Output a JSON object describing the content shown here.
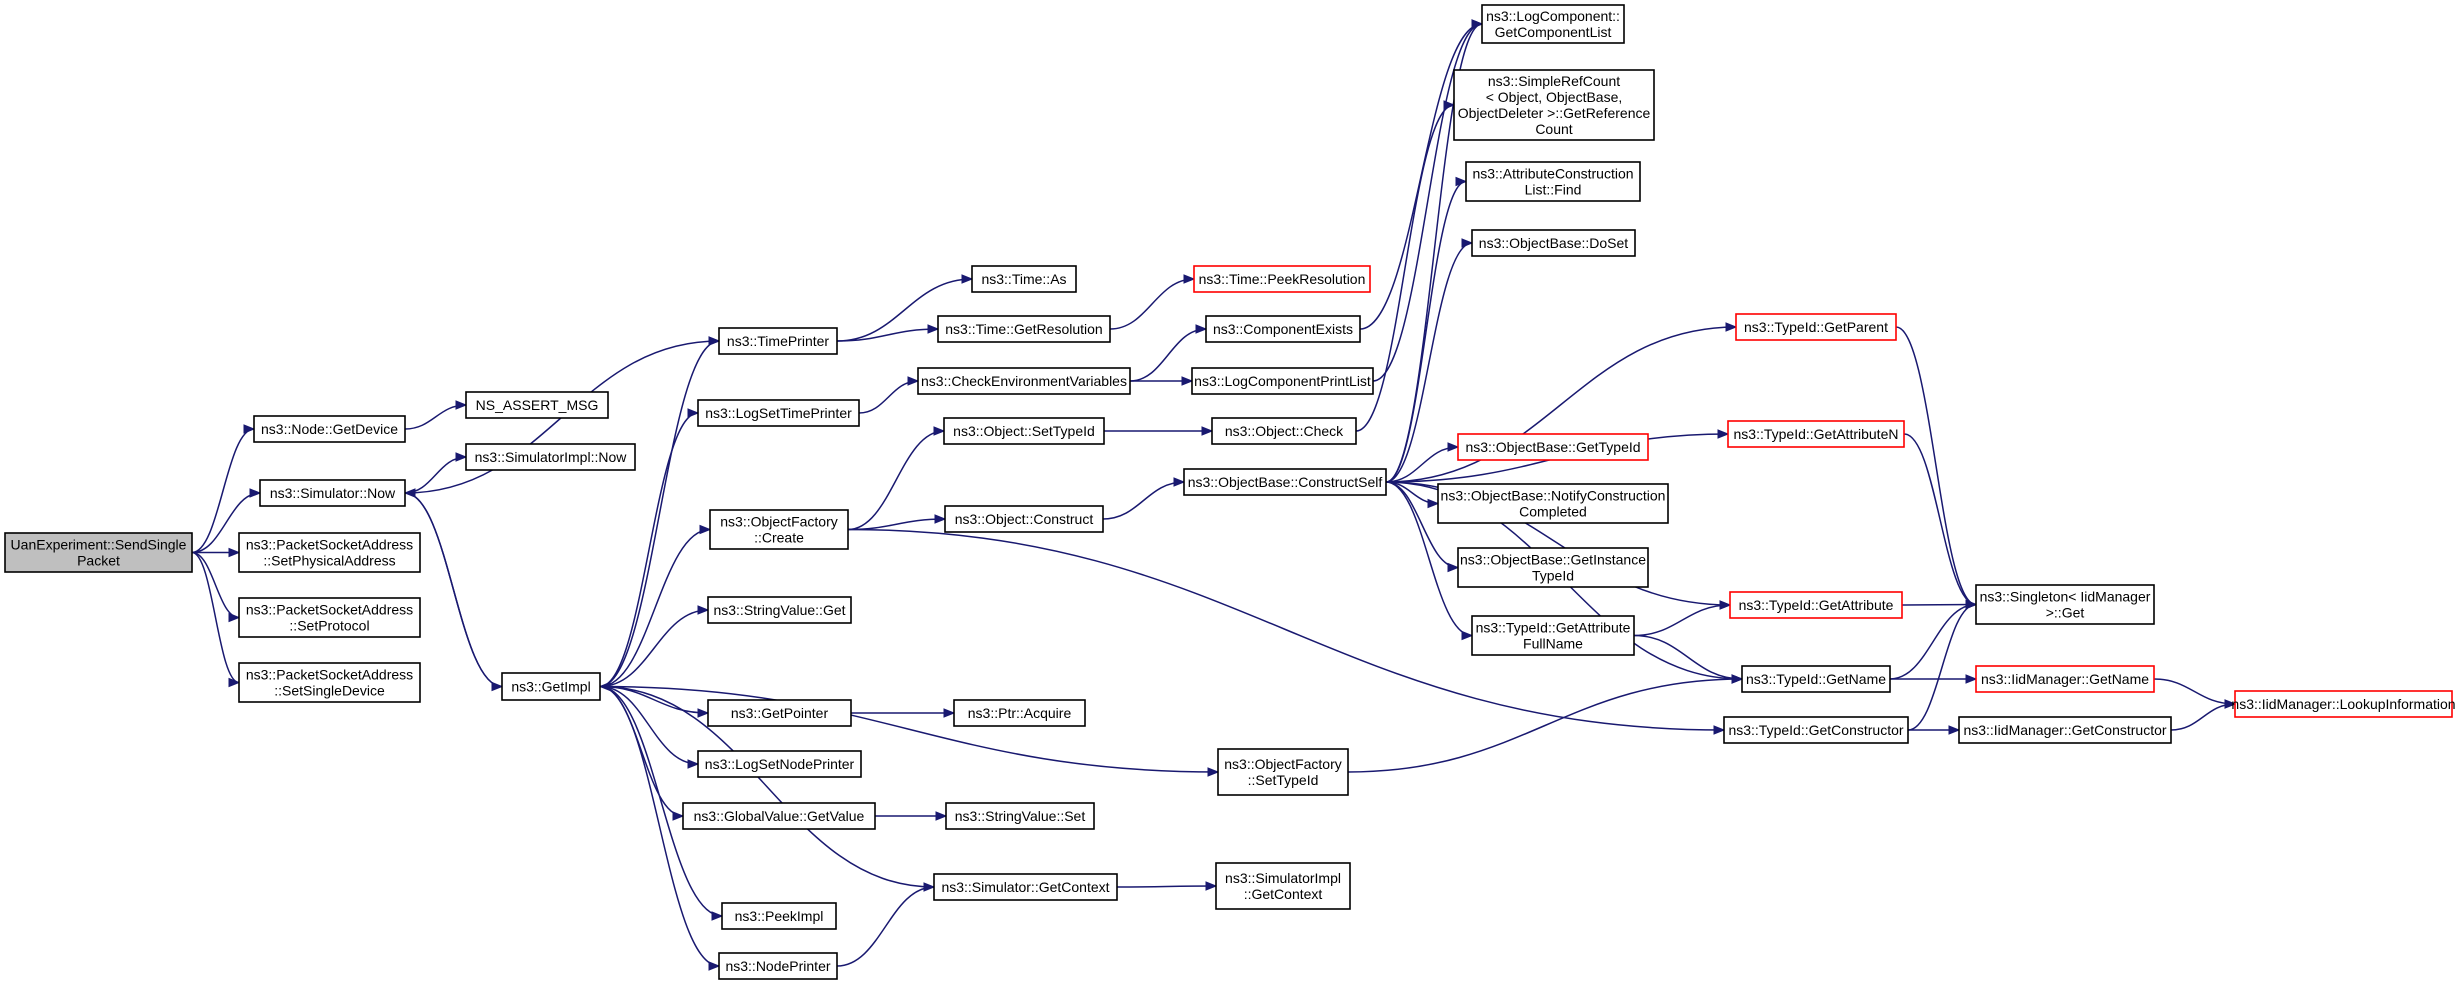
{
  "colors": {
    "edge": "#191970",
    "node_border": "#000000",
    "truncated_border": "#ff0000",
    "root_fill": "#bfbfbf",
    "node_fill": "#ffffff"
  },
  "nodes": [
    {
      "id": "n_root",
      "lines": [
        "UanExperiment::SendSingle",
        "Packet"
      ],
      "style": "root"
    },
    {
      "id": "n_getdevice",
      "lines": [
        "ns3::Node::GetDevice"
      ]
    },
    {
      "id": "n_assert",
      "lines": [
        "NS_ASSERT_MSG"
      ]
    },
    {
      "id": "n_simnow",
      "lines": [
        "ns3::Simulator::Now"
      ]
    },
    {
      "id": "n_simimplnow",
      "lines": [
        "ns3::SimulatorImpl::Now"
      ]
    },
    {
      "id": "n_setphys",
      "lines": [
        "ns3::PacketSocketAddress",
        "::SetPhysicalAddress"
      ]
    },
    {
      "id": "n_setproto",
      "lines": [
        "ns3::PacketSocketAddress",
        "::SetProtocol"
      ]
    },
    {
      "id": "n_setsingle",
      "lines": [
        "ns3::PacketSocketAddress",
        "::SetSingleDevice"
      ]
    },
    {
      "id": "n_getimpl",
      "lines": [
        "ns3::GetImpl"
      ]
    },
    {
      "id": "n_timeprinter",
      "lines": [
        "ns3::TimePrinter"
      ]
    },
    {
      "id": "n_timeas",
      "lines": [
        "ns3::Time::As"
      ]
    },
    {
      "id": "n_timegetres",
      "lines": [
        "ns3::Time::GetResolution"
      ]
    },
    {
      "id": "n_peekres",
      "lines": [
        "ns3::Time::PeekResolution"
      ],
      "style": "trunc"
    },
    {
      "id": "n_logsettime",
      "lines": [
        "ns3::LogSetTimePrinter"
      ]
    },
    {
      "id": "n_checkenv",
      "lines": [
        "ns3::CheckEnvironmentVariables"
      ]
    },
    {
      "id": "n_compexists",
      "lines": [
        "ns3::ComponentExists"
      ]
    },
    {
      "id": "n_logcompprint",
      "lines": [
        "ns3::LogComponentPrintList"
      ]
    },
    {
      "id": "n_getcomplist",
      "lines": [
        "ns3::LogComponent::",
        "GetComponentList"
      ]
    },
    {
      "id": "n_simplerefcount",
      "lines": [
        "ns3::SimpleRefCount",
        "< Object, ObjectBase,",
        "ObjectDeleter >::GetReference",
        "Count"
      ]
    },
    {
      "id": "n_attrconstr",
      "lines": [
        "ns3::AttributeConstruction",
        "List::Find"
      ]
    },
    {
      "id": "n_doset",
      "lines": [
        "ns3::ObjectBase::DoSet"
      ]
    },
    {
      "id": "n_objfactcreate",
      "lines": [
        "ns3::ObjectFactory",
        "::Create"
      ]
    },
    {
      "id": "n_objsettypeid",
      "lines": [
        "ns3::Object::SetTypeId"
      ]
    },
    {
      "id": "n_objcheck",
      "lines": [
        "ns3::Object::Check"
      ]
    },
    {
      "id": "n_objconstruct",
      "lines": [
        "ns3::Object::Construct"
      ]
    },
    {
      "id": "n_constructself",
      "lines": [
        "ns3::ObjectBase::ConstructSelf"
      ]
    },
    {
      "id": "n_gettypeid",
      "lines": [
        "ns3::ObjectBase::GetTypeId"
      ],
      "style": "trunc"
    },
    {
      "id": "n_notifyconstr",
      "lines": [
        "ns3::ObjectBase::NotifyConstruction",
        "Completed"
      ]
    },
    {
      "id": "n_getinstancetid",
      "lines": [
        "ns3::ObjectBase::GetInstance",
        "TypeId"
      ]
    },
    {
      "id": "n_getparent",
      "lines": [
        "ns3::TypeId::GetParent"
      ],
      "style": "trunc"
    },
    {
      "id": "n_getattrn",
      "lines": [
        "ns3::TypeId::GetAttributeN"
      ],
      "style": "trunc"
    },
    {
      "id": "n_getattrfull",
      "lines": [
        "ns3::TypeId::GetAttribute",
        "FullName"
      ]
    },
    {
      "id": "n_getattr",
      "lines": [
        "ns3::TypeId::GetAttribute"
      ],
      "style": "trunc"
    },
    {
      "id": "n_singleton",
      "lines": [
        "ns3::Singleton< IidManager",
        ">::Get"
      ]
    },
    {
      "id": "n_stringget",
      "lines": [
        "ns3::StringValue::Get"
      ]
    },
    {
      "id": "n_tidgetname",
      "lines": [
        "ns3::TypeId::GetName"
      ]
    },
    {
      "id": "n_iidgetname",
      "lines": [
        "ns3::IidManager::GetName"
      ],
      "style": "trunc"
    },
    {
      "id": "n_lookup",
      "lines": [
        "ns3::IidManager::LookupInformation"
      ],
      "style": "trunc"
    },
    {
      "id": "n_tidgetconstr",
      "lines": [
        "ns3::TypeId::GetConstructor"
      ]
    },
    {
      "id": "n_iidgetconstr",
      "lines": [
        "ns3::IidManager::GetConstructor"
      ]
    },
    {
      "id": "n_getpointer",
      "lines": [
        "ns3::GetPointer"
      ]
    },
    {
      "id": "n_ptracquire",
      "lines": [
        "ns3::Ptr::Acquire"
      ]
    },
    {
      "id": "n_logsetnode",
      "lines": [
        "ns3::LogSetNodePrinter"
      ]
    },
    {
      "id": "n_objfactsettid",
      "lines": [
        "ns3::ObjectFactory",
        "::SetTypeId"
      ]
    },
    {
      "id": "n_globalget",
      "lines": [
        "ns3::GlobalValue::GetValue"
      ]
    },
    {
      "id": "n_stringset",
      "lines": [
        "ns3::StringValue::Set"
      ]
    },
    {
      "id": "n_simgetctx",
      "lines": [
        "ns3::Simulator::GetContext"
      ]
    },
    {
      "id": "n_simimplgetctx",
      "lines": [
        "ns3::SimulatorImpl",
        "::GetContext"
      ]
    },
    {
      "id": "n_peekimpl",
      "lines": [
        "ns3::PeekImpl"
      ]
    },
    {
      "id": "n_nodeprinter",
      "lines": [
        "ns3::NodePrinter"
      ]
    }
  ],
  "edges": [
    [
      "n_root",
      "n_getdevice"
    ],
    [
      "n_root",
      "n_simnow"
    ],
    [
      "n_root",
      "n_setphys"
    ],
    [
      "n_root",
      "n_setproto"
    ],
    [
      "n_root",
      "n_setsingle"
    ],
    [
      "n_getdevice",
      "n_assert"
    ],
    [
      "n_simnow",
      "n_simimplnow"
    ],
    [
      "n_simnow",
      "n_getimpl"
    ],
    [
      "n_simnow",
      "n_timeprinter"
    ],
    [
      "n_getimpl",
      "n_simnow"
    ],
    [
      "n_getimpl",
      "n_timeprinter"
    ],
    [
      "n_getimpl",
      "n_logsettime"
    ],
    [
      "n_getimpl",
      "n_objfactcreate"
    ],
    [
      "n_getimpl",
      "n_stringget"
    ],
    [
      "n_getimpl",
      "n_getpointer"
    ],
    [
      "n_getimpl",
      "n_logsetnode"
    ],
    [
      "n_getimpl",
      "n_globalget"
    ],
    [
      "n_getimpl",
      "n_objfactsettid"
    ],
    [
      "n_getimpl",
      "n_peekimpl"
    ],
    [
      "n_getimpl",
      "n_nodeprinter"
    ],
    [
      "n_simgetctx",
      "n_getimpl"
    ],
    [
      "n_timeprinter",
      "n_timeas"
    ],
    [
      "n_timeprinter",
      "n_timegetres"
    ],
    [
      "n_timegetres",
      "n_peekres"
    ],
    [
      "n_logsettime",
      "n_checkenv"
    ],
    [
      "n_checkenv",
      "n_compexists"
    ],
    [
      "n_checkenv",
      "n_logcompprint"
    ],
    [
      "n_compexists",
      "n_getcomplist"
    ],
    [
      "n_logcompprint",
      "n_getcomplist"
    ],
    [
      "n_objfactcreate",
      "n_objsettypeid"
    ],
    [
      "n_objfactcreate",
      "n_objconstruct"
    ],
    [
      "n_objfactcreate",
      "n_tidgetconstr"
    ],
    [
      "n_objsettypeid",
      "n_objcheck"
    ],
    [
      "n_objcheck",
      "n_simplerefcount"
    ],
    [
      "n_objconstruct",
      "n_constructself"
    ],
    [
      "n_constructself",
      "n_getcomplist"
    ],
    [
      "n_constructself",
      "n_attrconstr"
    ],
    [
      "n_constructself",
      "n_doset"
    ],
    [
      "n_constructself",
      "n_gettypeid"
    ],
    [
      "n_constructself",
      "n_notifyconstr"
    ],
    [
      "n_constructself",
      "n_getinstancetid"
    ],
    [
      "n_constructself",
      "n_getparent"
    ],
    [
      "n_constructself",
      "n_getattrn"
    ],
    [
      "n_constructself",
      "n_getattr"
    ],
    [
      "n_constructself",
      "n_getattrfull"
    ],
    [
      "n_constructself",
      "n_tidgetname"
    ],
    [
      "n_getattrfull",
      "n_getattr"
    ],
    [
      "n_getattrfull",
      "n_tidgetname"
    ],
    [
      "n_getparent",
      "n_singleton"
    ],
    [
      "n_getattrn",
      "n_singleton"
    ],
    [
      "n_getattr",
      "n_singleton"
    ],
    [
      "n_tidgetname",
      "n_singleton"
    ],
    [
      "n_tidgetname",
      "n_iidgetname"
    ],
    [
      "n_iidgetname",
      "n_lookup"
    ],
    [
      "n_tidgetconstr",
      "n_singleton"
    ],
    [
      "n_tidgetconstr",
      "n_iidgetconstr"
    ],
    [
      "n_iidgetconstr",
      "n_lookup"
    ],
    [
      "n_getpointer",
      "n_ptracquire"
    ],
    [
      "n_globalget",
      "n_stringset"
    ],
    [
      "n_objfactsettid",
      "n_tidgetname"
    ],
    [
      "n_simgetctx",
      "n_simimplgetctx"
    ],
    [
      "n_nodeprinter",
      "n_simgetctx"
    ]
  ]
}
